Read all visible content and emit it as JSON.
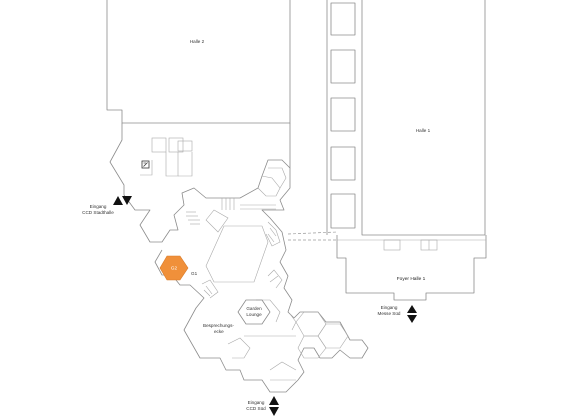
{
  "map": {
    "halls": {
      "halle2": "Halle 2",
      "halle1": "Halle 1",
      "foyer": "Foyer Halle 1"
    },
    "rooms": {
      "highlight_label": "G2",
      "highlight_color": "#f0903a",
      "room_g1": "G1",
      "garden_line1": "Garden",
      "garden_line2": "Lounge",
      "besprechung_line1": "Besprechungs-",
      "besprechung_line2": "ecke"
    },
    "entrances": {
      "stadthalle_line1": "Eingang",
      "stadthalle_line2": "CCD Stadthalle",
      "messe_line1": "Eingang",
      "messe_line2": "Messe Süd",
      "ccd_line1": "Eingang",
      "ccd_line2": "CCD Süd"
    },
    "icons": {
      "info_point": "info-sign-icon"
    }
  }
}
